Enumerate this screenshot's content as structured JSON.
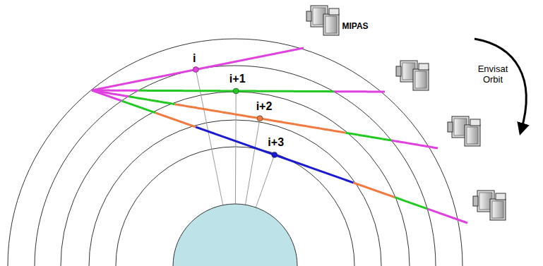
{
  "diagram": {
    "labels": [
      "MIPAS",
      "Envisat Orbit",
      "i",
      "i+1",
      "i+2",
      "i+3"
    ]
  }
}
